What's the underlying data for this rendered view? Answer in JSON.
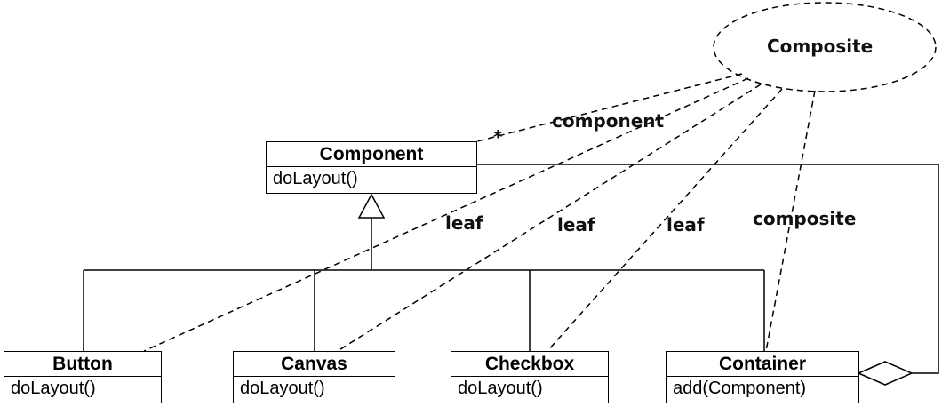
{
  "collaboration": {
    "name": "Composite"
  },
  "classes": {
    "component": {
      "name": "Component",
      "op": "doLayout()"
    },
    "button": {
      "name": "Button",
      "op": "doLayout()"
    },
    "canvas": {
      "name": "Canvas",
      "op": "doLayout()"
    },
    "checkbox": {
      "name": "Checkbox",
      "op": "doLayout()"
    },
    "container": {
      "name": "Container",
      "op": "add(Component)"
    }
  },
  "roles": {
    "component": "component",
    "leaf": "leaf",
    "composite": "composite",
    "multiplicity": "*"
  }
}
